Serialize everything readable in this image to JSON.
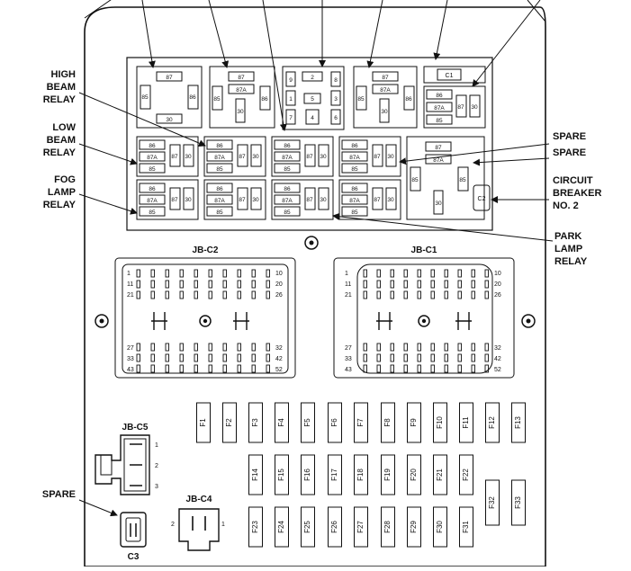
{
  "callouts": {
    "high_beam": [
      "HIGH",
      "BEAM",
      "RELAY"
    ],
    "low_beam": [
      "LOW",
      "BEAM",
      "RELAY"
    ],
    "fog_lamp": [
      "FOG",
      "LAMP",
      "RELAY"
    ],
    "spare1": "SPARE",
    "spare2": "SPARE",
    "circuit_breaker": [
      "CIRCUIT",
      "BREAKER",
      "NO. 2"
    ],
    "park_lamp": [
      "PARK",
      "LAMP",
      "RELAY"
    ],
    "spare3": "SPARE"
  },
  "pin_labels": {
    "p87": "87",
    "p87a": "87A",
    "p85": "85",
    "p86": "86",
    "p30": "30",
    "c1": "C1",
    "c2": "C2"
  },
  "center_block": {
    "n1": "1",
    "n2": "2",
    "n3": "3",
    "n4": "4",
    "n5": "5",
    "n6": "6",
    "n7": "7",
    "n8": "8",
    "n9": "9"
  },
  "connectors": {
    "jb_c2": {
      "title": "JB-C2",
      "left_rows": [
        "1",
        "11",
        "21",
        "27",
        "33",
        "43"
      ],
      "right_rows": [
        "10",
        "20",
        "26",
        "32",
        "42",
        "52"
      ]
    },
    "jb_c1": {
      "title": "JB-C1",
      "left_rows": [
        "1",
        "11",
        "21",
        "27",
        "33",
        "43"
      ],
      "right_rows": [
        "10",
        "20",
        "26",
        "32",
        "42",
        "52"
      ]
    },
    "jb_c5": {
      "title": "JB-C5",
      "pins": [
        "1",
        "2",
        "3"
      ]
    },
    "jb_c4": {
      "title": "JB-C4",
      "pins": [
        "2",
        "1"
      ]
    },
    "c3": {
      "title": "C3"
    }
  },
  "fuses": {
    "row1": [
      "F1",
      "F2",
      "F3",
      "F4",
      "F5",
      "F6",
      "F7",
      "F8",
      "F9",
      "F10",
      "F11",
      "F12",
      "F13"
    ],
    "row2": [
      "F14",
      "F15",
      "F16",
      "F17",
      "F18",
      "F19",
      "F20",
      "F21",
      "F22"
    ],
    "row3": [
      "F23",
      "F24",
      "F25",
      "F26",
      "F27",
      "F28",
      "F29",
      "F30",
      "F31"
    ],
    "tall": [
      "F32",
      "F33"
    ]
  }
}
